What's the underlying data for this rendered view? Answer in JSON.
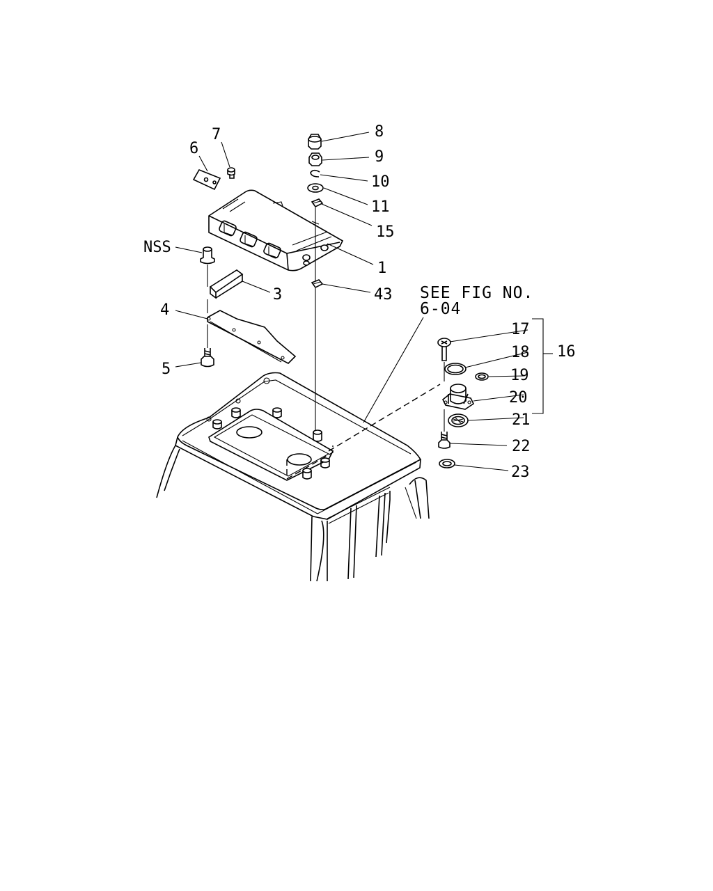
{
  "labels": {
    "p1": "1",
    "p3": "3",
    "p4": "4",
    "p5": "5",
    "p6": "6",
    "p7": "7",
    "p8": "8",
    "p9": "9",
    "p10": "10",
    "p11": "11",
    "p15": "15",
    "p16": "16",
    "p17": "17",
    "p18": "18",
    "p19": "19",
    "p20": "20",
    "p21": "21",
    "p22": "22",
    "p23": "23",
    "p43": "43",
    "nss": "NSS"
  },
  "reference_note": {
    "line1": "SEE FIG NO.",
    "line2": "6-04"
  }
}
